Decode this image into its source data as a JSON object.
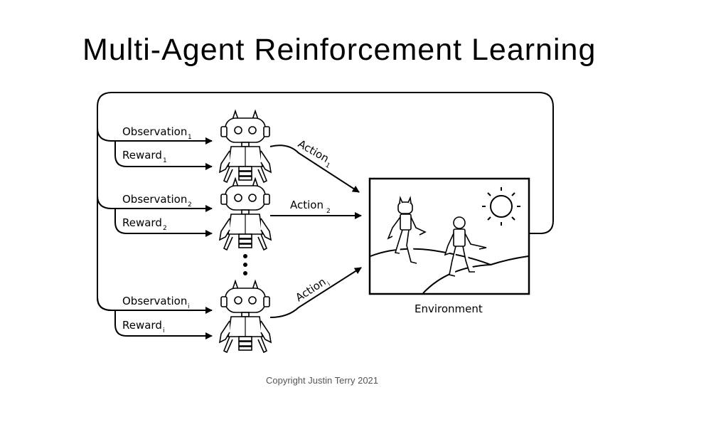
{
  "slide": {
    "title": "Multi-Agent Reinforcement Learning",
    "credit": "Copyright Justin Terry 2021"
  },
  "diagram": {
    "agents": [
      {
        "observation": "Observation",
        "observation_sub": "1",
        "reward": "Reward",
        "reward_sub": "1",
        "action": "Action",
        "action_sub": "1"
      },
      {
        "observation": "Observation",
        "observation_sub": "2",
        "reward": "Reward",
        "reward_sub": "2",
        "action": "Action",
        "action_sub": "2"
      },
      {
        "observation": "Observation",
        "observation_sub": "i",
        "reward": "Reward",
        "reward_sub": "i",
        "action": "Action",
        "action_sub": "i"
      }
    ],
    "environment_label": "Environment"
  }
}
